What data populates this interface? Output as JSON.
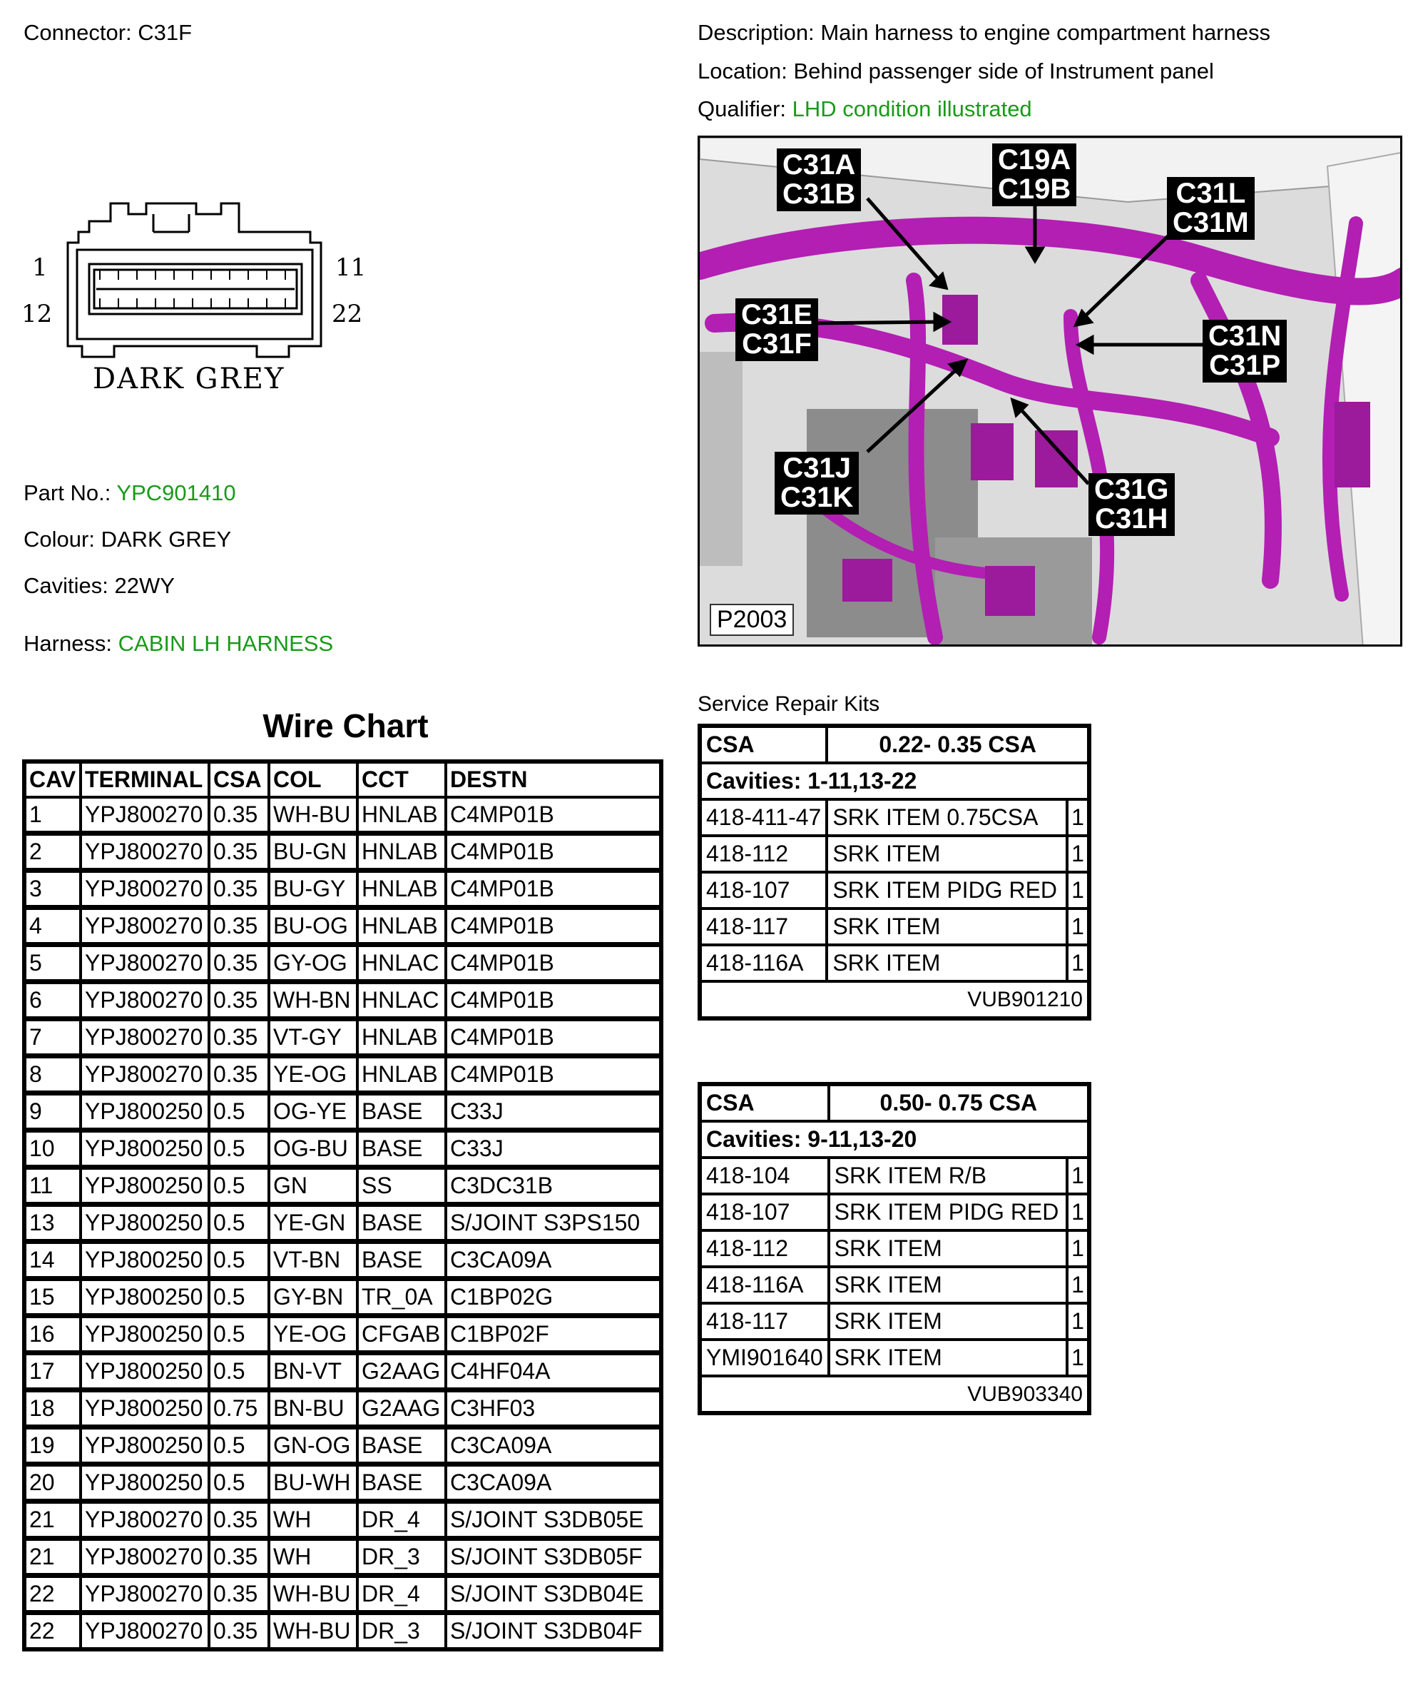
{
  "connector": {
    "label": "Connector:",
    "value": "C31F"
  },
  "description": {
    "label": "Description:",
    "value": "Main harness to engine compartment harness"
  },
  "location": {
    "label": "Location:",
    "value": "Behind passenger side of Instrument panel"
  },
  "qualifier": {
    "label": "Qualifier:",
    "value": "LHD condition illustrated"
  },
  "part_no": {
    "label": "Part No.:",
    "value": "YPC901410"
  },
  "colour": {
    "label": "Colour:",
    "value": "DARK GREY"
  },
  "cavities": {
    "label": "Cavities:",
    "value": "22WY"
  },
  "harness": {
    "label": "Harness:",
    "value": "CABIN LH HARNESS"
  },
  "connector_drawing": {
    "pin_1": "1",
    "pin_11": "11",
    "pin_12": "12",
    "pin_22": "22",
    "colour_text": "DARK GREY"
  },
  "photo": {
    "id": "P2003",
    "callouts": [
      {
        "line1": "C31A",
        "line2": "C31B"
      },
      {
        "line1": "C19A",
        "line2": "C19B"
      },
      {
        "line1": "C31L",
        "line2": "C31M"
      },
      {
        "line1": "C31E",
        "line2": "C31F"
      },
      {
        "line1": "C31N",
        "line2": "C31P"
      },
      {
        "line1": "C31J",
        "line2": "C31K"
      },
      {
        "line1": "C31G",
        "line2": "C31H"
      }
    ]
  },
  "wire_chart": {
    "title": "Wire Chart",
    "headers": [
      "CAV",
      "TERMINAL",
      "CSA",
      "COL",
      "CCT",
      "DESTN"
    ],
    "rows": [
      [
        "1",
        "YPJ800270",
        "0.35",
        "WH-BU",
        "HNLAB",
        "C4MP01B"
      ],
      [
        "2",
        "YPJ800270",
        "0.35",
        "BU-GN",
        "HNLAB",
        "C4MP01B"
      ],
      [
        "3",
        "YPJ800270",
        "0.35",
        "BU-GY",
        "HNLAB",
        "C4MP01B"
      ],
      [
        "4",
        "YPJ800270",
        "0.35",
        "BU-OG",
        "HNLAB",
        "C4MP01B"
      ],
      [
        "5",
        "YPJ800270",
        "0.35",
        "GY-OG",
        "HNLAC",
        "C4MP01B"
      ],
      [
        "6",
        "YPJ800270",
        "0.35",
        "WH-BN",
        "HNLAC",
        "C4MP01B"
      ],
      [
        "7",
        "YPJ800270",
        "0.35",
        "VT-GY",
        "HNLAB",
        "C4MP01B"
      ],
      [
        "8",
        "YPJ800270",
        "0.35",
        "YE-OG",
        "HNLAB",
        "C4MP01B"
      ],
      [
        "9",
        "YPJ800250",
        "0.5",
        "OG-YE",
        "BASE",
        "C33J"
      ],
      [
        "10",
        "YPJ800250",
        "0.5",
        "OG-BU",
        "BASE",
        "C33J"
      ],
      [
        "11",
        "YPJ800250",
        "0.5",
        "GN",
        "SS",
        "C3DC31B"
      ],
      [
        "13",
        "YPJ800250",
        "0.5",
        "YE-GN",
        "BASE",
        "S/JOINT S3PS150"
      ],
      [
        "14",
        "YPJ800250",
        "0.5",
        "VT-BN",
        "BASE",
        "C3CA09A"
      ],
      [
        "15",
        "YPJ800250",
        "0.5",
        "GY-BN",
        "TR_0A",
        "C1BP02G"
      ],
      [
        "16",
        "YPJ800250",
        "0.5",
        "YE-OG",
        "CFGAB",
        "C1BP02F"
      ],
      [
        "17",
        "YPJ800250",
        "0.5",
        "BN-VT",
        "G2AAG",
        "C4HF04A"
      ],
      [
        "18",
        "YPJ800250",
        "0.75",
        "BN-BU",
        "G2AAG",
        "C3HF03"
      ],
      [
        "19",
        "YPJ800250",
        "0.5",
        "GN-OG",
        "BASE",
        "C3CA09A"
      ],
      [
        "20",
        "YPJ800250",
        "0.5",
        "BU-WH",
        "BASE",
        "C3CA09A"
      ],
      [
        "21",
        "YPJ800270",
        "0.35",
        "WH",
        "DR_4",
        "S/JOINT S3DB05E"
      ],
      [
        "21",
        "YPJ800270",
        "0.35",
        "WH",
        "DR_3",
        "S/JOINT S3DB05F"
      ],
      [
        "22",
        "YPJ800270",
        "0.35",
        "WH-BU",
        "DR_4",
        "S/JOINT S3DB04E"
      ],
      [
        "22",
        "YPJ800270",
        "0.35",
        "WH-BU",
        "DR_3",
        "S/JOINT S3DB04F"
      ]
    ]
  },
  "service_repair_kits": {
    "title": "Service Repair Kits",
    "kits": [
      {
        "csa_label": "CSA",
        "csa_range": "0.22- 0.35 CSA",
        "cavities": "Cavities: 1-11,13-22",
        "items": [
          [
            "418-411-47",
            "SRK ITEM 0.75CSA",
            "1"
          ],
          [
            "418-112",
            "SRK ITEM",
            "1"
          ],
          [
            "418-107",
            "SRK ITEM PIDG RED",
            "1"
          ],
          [
            "418-117",
            "SRK ITEM",
            "1"
          ],
          [
            "418-116A",
            "SRK ITEM",
            "1"
          ]
        ],
        "kit_no": "VUB901210"
      },
      {
        "csa_label": "CSA",
        "csa_range": "0.50- 0.75 CSA",
        "cavities": "Cavities: 9-11,13-20",
        "items": [
          [
            "418-104",
            "SRK ITEM R/B",
            "1"
          ],
          [
            "418-107",
            "SRK ITEM PIDG RED",
            "1"
          ],
          [
            "418-112",
            "SRK ITEM",
            "1"
          ],
          [
            "418-116A",
            "SRK ITEM",
            "1"
          ],
          [
            "418-117",
            "SRK ITEM",
            "1"
          ],
          [
            "YMI901640",
            "SRK ITEM",
            "1"
          ]
        ],
        "kit_no": "VUB903340"
      }
    ]
  },
  "colors": {
    "green_text": "#1a9a1a",
    "harness_magenta": "#b21fb2"
  }
}
